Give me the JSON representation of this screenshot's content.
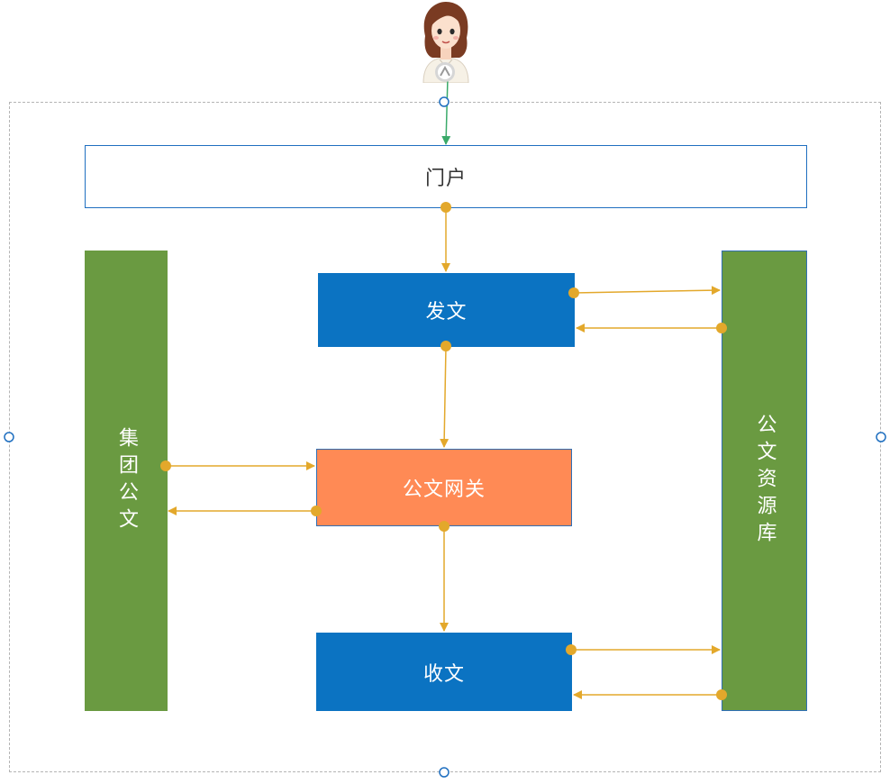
{
  "diagram": {
    "nodes": {
      "portal": {
        "label": "门户"
      },
      "fawen": {
        "label": "发文"
      },
      "gateway": {
        "label": "公文网关"
      },
      "shouwen": {
        "label": "收文"
      },
      "group_docs": {
        "label": "集团公文"
      },
      "doc_repository": {
        "label": "公文资源库"
      }
    },
    "colors": {
      "blue_box": "#0b73c2",
      "orange_box": "#ff8a55",
      "green_box": "#6a9a41",
      "connector": "#e3a82b",
      "user_connector": "#3aaa6a",
      "selection_handle": "#1f6fc0"
    },
    "icons": {
      "user": "user-avatar-icon"
    }
  }
}
